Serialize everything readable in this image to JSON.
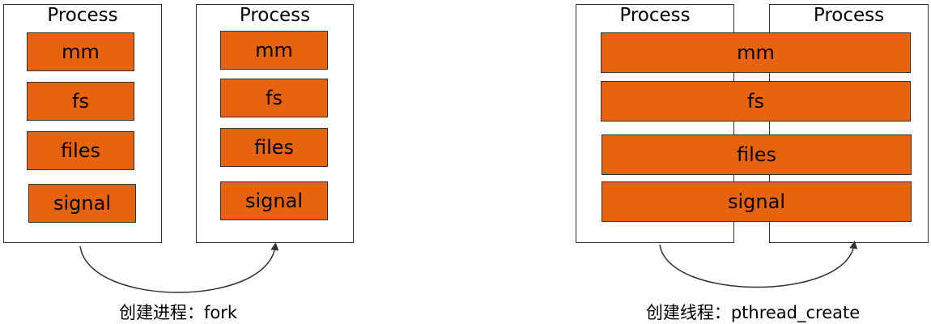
{
  "colors": {
    "resource_fill": "#E8630F",
    "border": "#333333",
    "background": "#FFFFFF"
  },
  "fork": {
    "left_process": {
      "title": "Process",
      "resources": [
        "mm",
        "fs",
        "files",
        "signal"
      ]
    },
    "right_process": {
      "title": "Process",
      "resources": [
        "mm",
        "fs",
        "files",
        "signal"
      ]
    },
    "caption": "创建进程：fork"
  },
  "thread": {
    "left_process": {
      "title": "Process"
    },
    "right_process": {
      "title": "Process"
    },
    "shared_resources": [
      "mm",
      "fs",
      "files",
      "signal"
    ],
    "caption": "创建线程：pthread_create"
  }
}
